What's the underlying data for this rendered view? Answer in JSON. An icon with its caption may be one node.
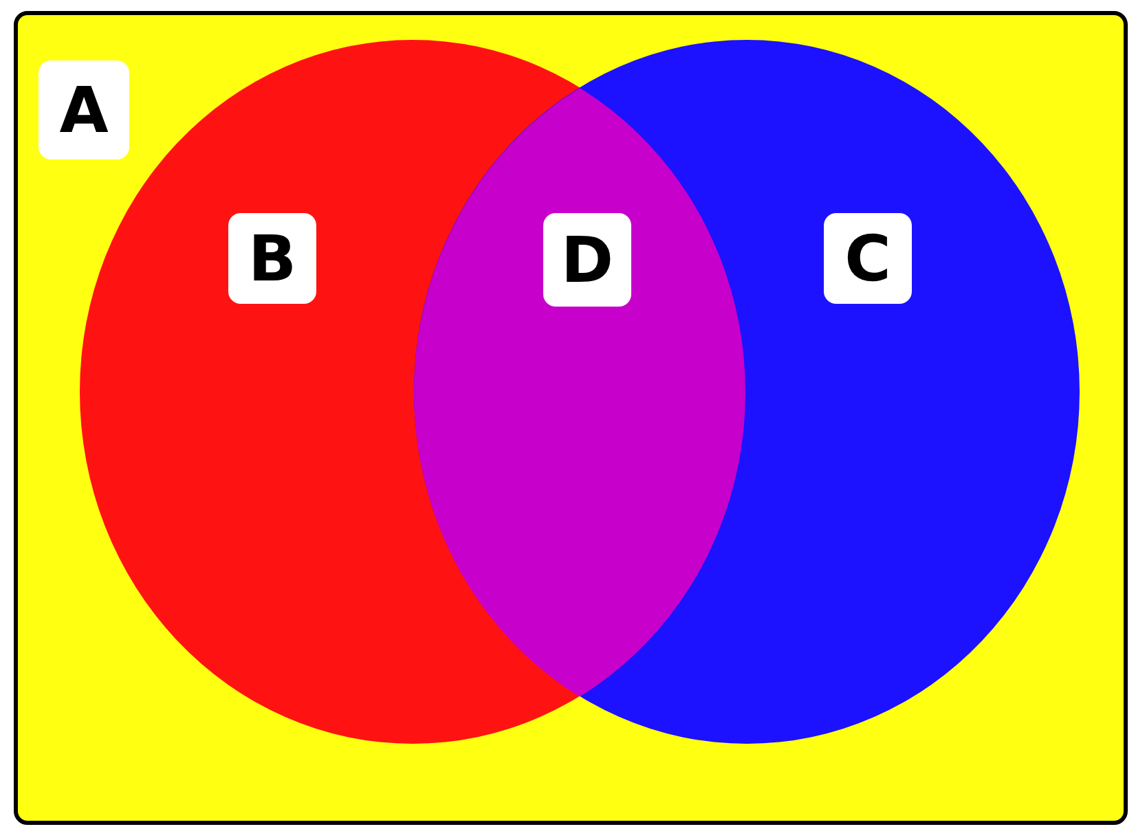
{
  "diagram": {
    "nodes": [
      {
        "text": [
          "A"
        ]
      },
      {
        "text": [
          "B"
        ],
        "in": 0
      },
      {
        "text": [
          "C"
        ],
        "in": 0
      },
      {
        "text": [
          "D"
        ],
        "in": 0
      }
    ]
  }
}
